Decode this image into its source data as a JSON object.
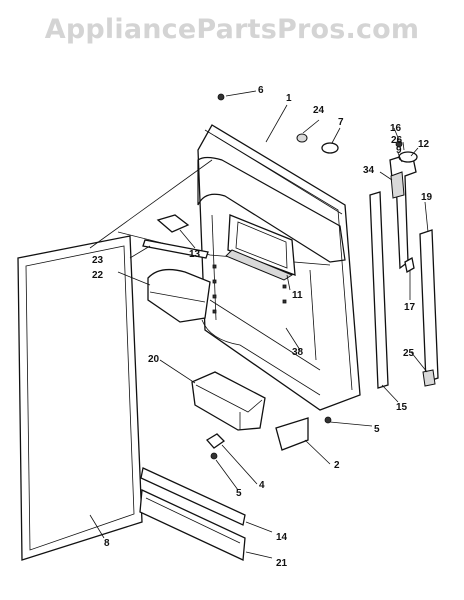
{
  "watermark": "AppliancePartsPros.com",
  "callouts": [
    "1",
    "2",
    "4",
    "5",
    "5",
    "6",
    "7",
    "8",
    "9",
    "11",
    "12",
    "13",
    "14",
    "15",
    "16",
    "17",
    "19",
    "20",
    "21",
    "22",
    "23",
    "24",
    "25",
    "26",
    "34",
    "38"
  ]
}
